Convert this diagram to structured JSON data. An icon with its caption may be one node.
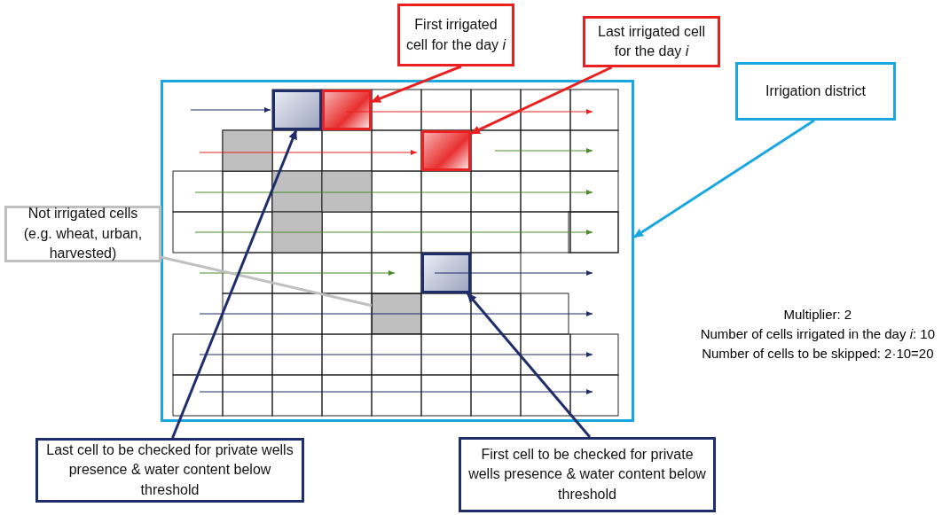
{
  "diagram": {
    "nodes": [
      {
        "text": [
          "First irrigated cell for the day *i*"
        ]
      },
      {
        "text": [
          "Last irrigated cell for the day *i*"
        ]
      },
      {
        "text": [
          "Irrigation district"
        ]
      },
      {
        "text": [
          "Not irrigated cells (e.g. wheat, urban, harvested)"
        ]
      },
      {
        "text": [
          "Last cell to be checked for private wells presence & water content below threshold"
        ]
      },
      {
        "text": [
          "First cell to be checked for private wells presence & water content below threshold"
        ]
      },
      {
        "text": [],
        "shape": "box"
      },
      {
        "text": [],
        "shape": "box",
        "in": 6
      },
      {
        "text": [],
        "shape": "box",
        "in": 6
      },
      {
        "text": [],
        "shape": "box",
        "in": 6
      },
      {
        "text": [],
        "shape": "box",
        "in": 6
      },
      {
        "text": [],
        "shape": "box",
        "in": 6
      }
    ],
    "edges": [
      {
        "from": 0,
        "to": 8,
        "arrow": "to",
        "color": "#e82020"
      },
      {
        "from": 1,
        "to": 9,
        "arrow": "to",
        "color": "#e82020"
      },
      {
        "from": 2,
        "to": 6,
        "arrow": "to",
        "color": "#1aa7e0"
      },
      {
        "from": 3,
        "to": 11,
        "arrow": "none",
        "color": "#bfbfbf"
      },
      {
        "from": 4,
        "to": 7,
        "arrow": "to",
        "color": "#1f2d6b"
      },
      {
        "from": 5,
        "to": 10,
        "arrow": "to",
        "color": "#1f2d6b"
      }
    ],
    "labels": [
      "Multiplier: 2",
      "Number of cells irrigated in the day *i*: 10",
      "Number of cells to be skipped: 2·10=20"
    ]
  }
}
